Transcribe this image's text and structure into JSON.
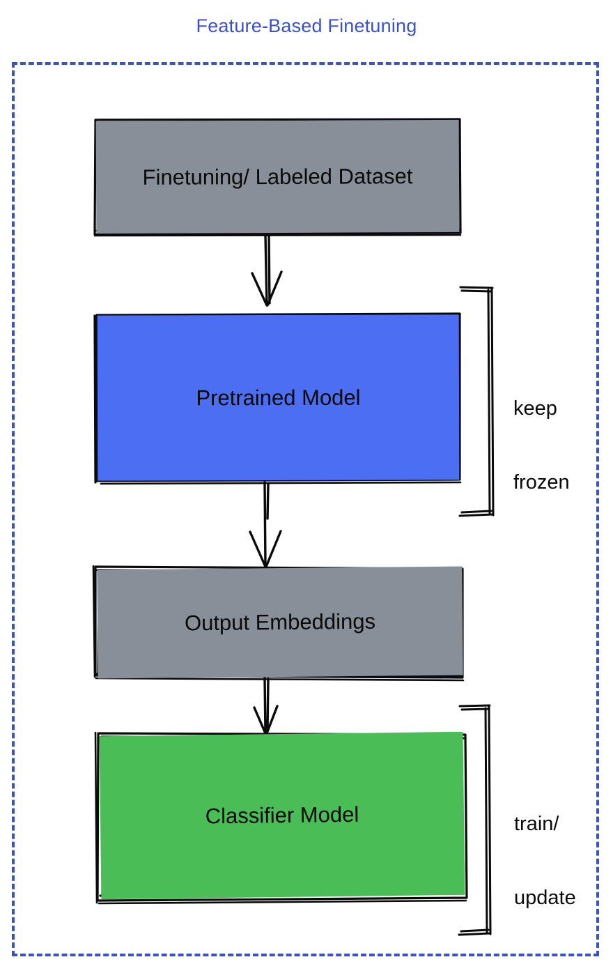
{
  "diagram": {
    "title": "Feature-Based Finetuning",
    "title_color": "#3b51c8",
    "frame_color": "#3b51c8",
    "background": "#ffffff",
    "nodes": [
      {
        "id": "dataset",
        "label": "Finetuning/ Labeled Dataset",
        "fill": "#888f98",
        "text_color": "#0a0a0a"
      },
      {
        "id": "pretrained",
        "label": "Pretrained Model",
        "fill": "#4c6ef2",
        "text_color": "#0a0a0a"
      },
      {
        "id": "embeddings",
        "label": "Output Embeddings",
        "fill": "#888f98",
        "text_color": "#0a0a0a"
      },
      {
        "id": "classifier",
        "label": "Classifier Model",
        "fill": "#4abd56",
        "text_color": "#0a0a0a"
      }
    ],
    "connectors": [
      {
        "id": "arrow-dataset-to-pretrained",
        "from": "dataset",
        "to": "pretrained",
        "icon": "down-arrow-icon"
      },
      {
        "id": "arrow-pretrained-to-embeddings",
        "from": "pretrained",
        "to": "embeddings",
        "icon": "down-arrow-icon"
      },
      {
        "id": "arrow-embeddings-to-classifier",
        "from": "embeddings",
        "to": "classifier",
        "icon": "down-arrow-icon"
      }
    ],
    "brackets": [
      {
        "id": "keep-frozen",
        "target": "pretrained",
        "line1": "keep",
        "line2": "frozen"
      },
      {
        "id": "train-update",
        "target": "classifier",
        "line1": "train/",
        "line2": "update"
      }
    ]
  }
}
